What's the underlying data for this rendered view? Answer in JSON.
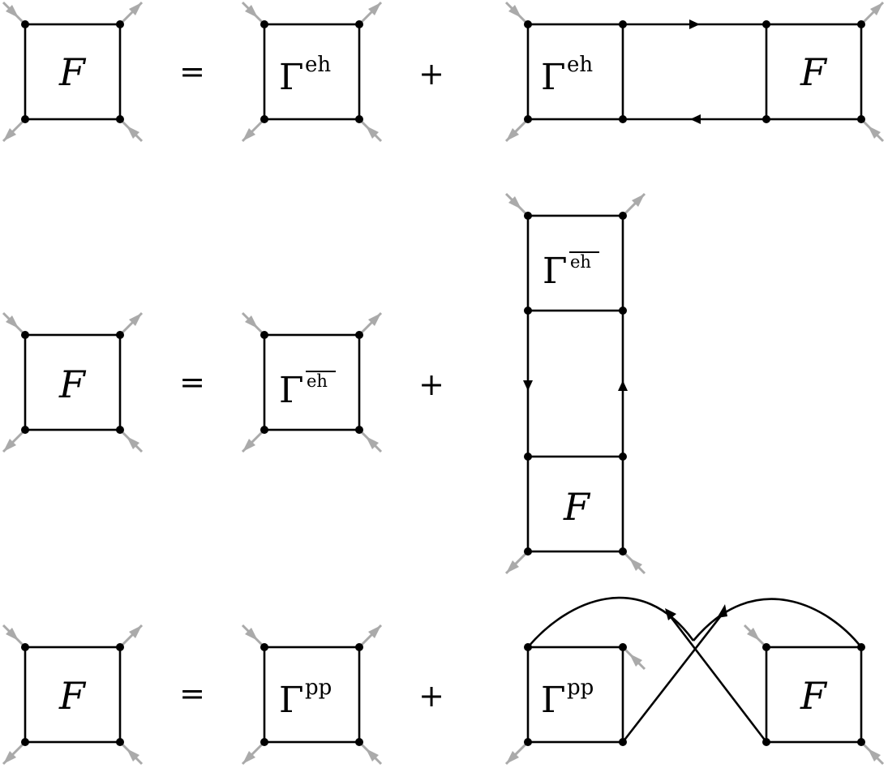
{
  "equations": [
    {
      "lhs": "F",
      "equals": "=",
      "irreducible": {
        "symbol": "Γ",
        "superscript": "eh",
        "overline": false
      },
      "plus": "+",
      "product": {
        "left": {
          "symbol": "Γ",
          "superscript": "eh",
          "overline": false
        },
        "right": "F"
      }
    },
    {
      "lhs": "F",
      "equals": "=",
      "irreducible": {
        "symbol": "Γ",
        "superscript": "eh",
        "overline": true
      },
      "plus": "+",
      "product": {
        "top": {
          "symbol": "Γ",
          "superscript": "eh",
          "overline": true
        },
        "bottom": "F"
      }
    },
    {
      "lhs": "F",
      "equals": "=",
      "irreducible": {
        "symbol": "Γ",
        "superscript": "pp",
        "overline": false
      },
      "plus": "+",
      "product": {
        "left": {
          "symbol": "Γ",
          "superscript": "pp",
          "overline": false
        },
        "right": "F"
      }
    }
  ]
}
